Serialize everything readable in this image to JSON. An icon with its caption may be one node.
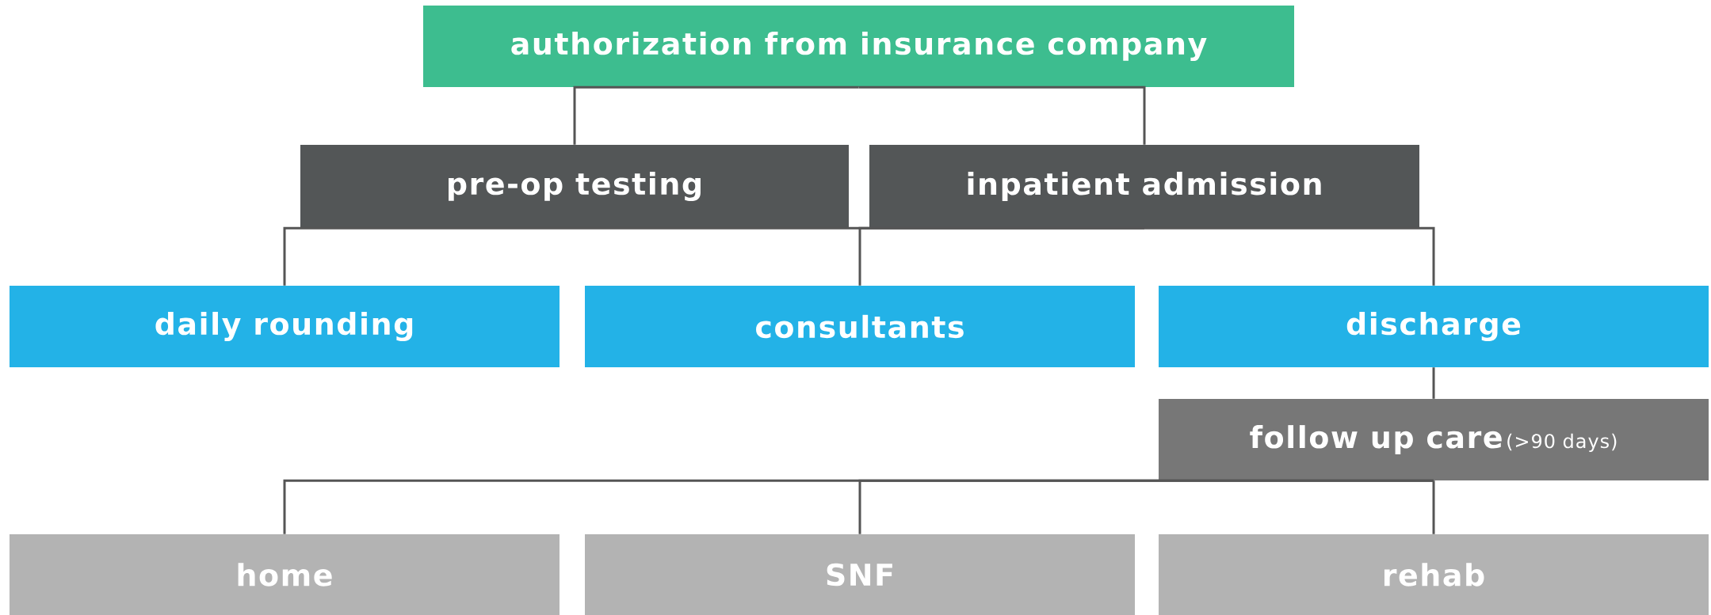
{
  "diagram": {
    "nodes": [
      {
        "text": [
          "authorization from insurance company"
        ]
      },
      {
        "text": [
          "pre-op testing"
        ]
      },
      {
        "text": [
          "inpatient admission"
        ]
      },
      {
        "text": [
          "daily rounding"
        ]
      },
      {
        "text": [
          "consultants"
        ]
      },
      {
        "text": [
          "discharge"
        ]
      },
      {
        "text": [
          "follow up care",
          "(>90 days)"
        ]
      },
      {
        "text": [
          "home"
        ]
      },
      {
        "text": [
          "SNF"
        ]
      },
      {
        "text": [
          "rehab"
        ]
      }
    ],
    "edges": [
      {
        "from": 0,
        "to": 1,
        "arrow": "none"
      },
      {
        "from": 0,
        "to": 2,
        "arrow": "none"
      },
      {
        "from": 2,
        "to": 3,
        "arrow": "none"
      },
      {
        "from": 2,
        "to": 4,
        "arrow": "none"
      },
      {
        "from": 2,
        "to": 5,
        "arrow": "none"
      },
      {
        "from": 5,
        "to": 6,
        "arrow": "none"
      },
      {
        "from": 6,
        "to": 7,
        "arrow": "none"
      },
      {
        "from": 6,
        "to": 8,
        "arrow": "none"
      },
      {
        "from": 6,
        "to": 9,
        "arrow": "none"
      }
    ]
  }
}
